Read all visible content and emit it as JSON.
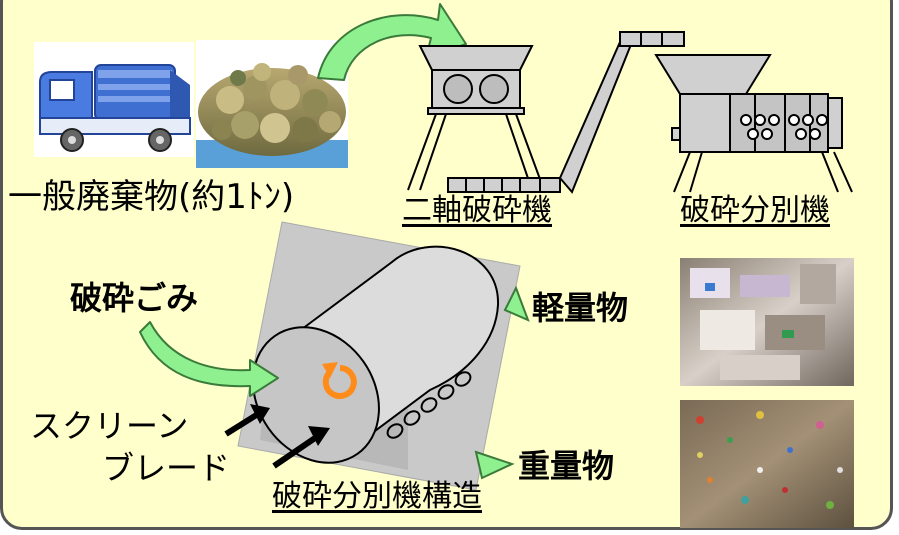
{
  "labels": {
    "waste": "一般廃棄物(約1ﾄﾝ)",
    "twin_shaft": "二軸破砕機",
    "sorter": "破砕分別機",
    "crushed": "破砕ごみ",
    "light": "軽量物",
    "heavy": "重量物",
    "screen": "スクリーン",
    "blade": "ブレード",
    "structure": "破砕分別機構造"
  },
  "colors": {
    "panel_bg": "#ffffcc",
    "arrow_green": "#8ef08e",
    "rotation_orange": "#ff8c1a",
    "machine_gray": "#c8c8c8"
  }
}
